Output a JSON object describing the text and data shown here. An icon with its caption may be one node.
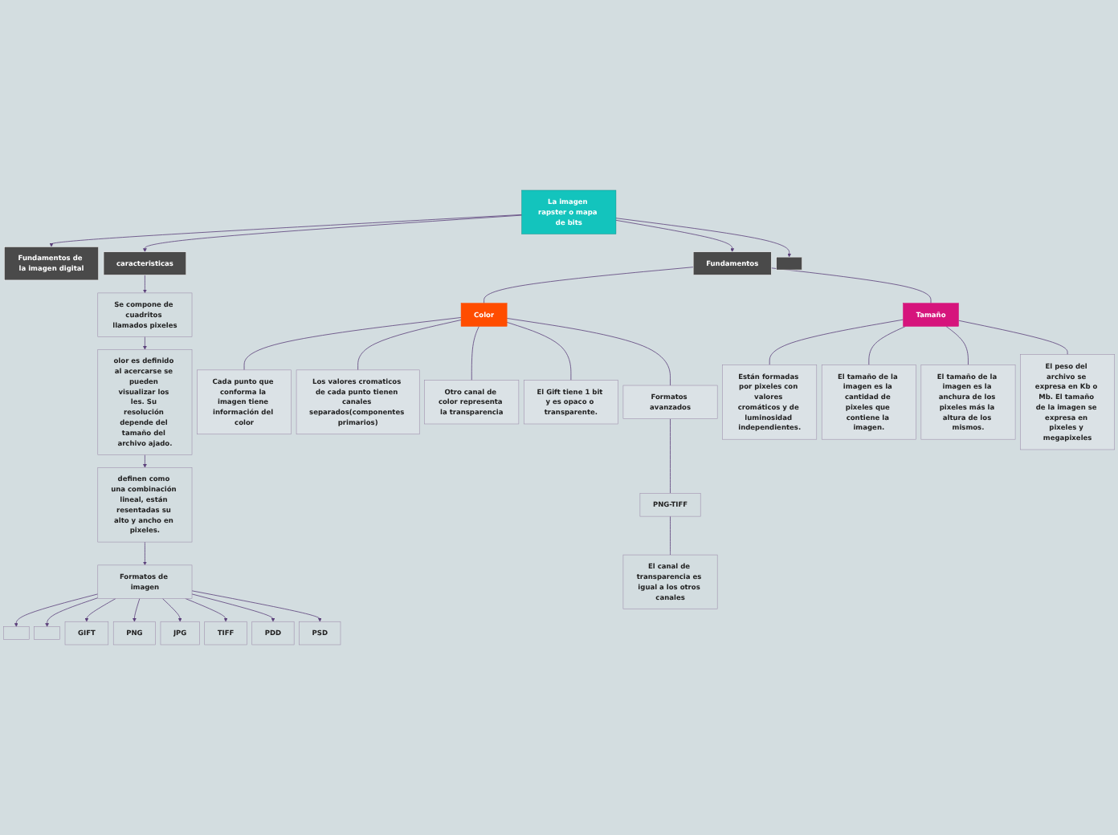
{
  "diagram": {
    "nodes": [
      {
        "text": [
          "La imagen rapster o mapa de bits"
        ]
      },
      {
        "text": [
          "Fundamentos de la imagen digital"
        ]
      },
      {
        "text": [
          "caracteristicas"
        ]
      },
      {
        "text": [
          "Fundamentos"
        ]
      },
      {
        "text": [],
        "shape": "box"
      },
      {
        "text": [
          "Se compone de cuadritos llamados pixeles"
        ]
      },
      {
        "text": [
          "olor es definido al acercarse se pueden visualizar los les. Su resolución depende del tamaño del archivo ajado."
        ]
      },
      {
        "text": [
          "definen como una combinación lineal, están resentadas su alto y ancho en pixeles."
        ]
      },
      {
        "text": [
          "Formatos de imagen"
        ]
      },
      {
        "text": [],
        "shape": "box"
      },
      {
        "text": [],
        "shape": "box"
      },
      {
        "text": [
          "GIFT"
        ]
      },
      {
        "text": [
          "PNG"
        ]
      },
      {
        "text": [
          "JPG"
        ]
      },
      {
        "text": [
          "TIFF"
        ]
      },
      {
        "text": [
          "PDD"
        ]
      },
      {
        "text": [
          "PSD"
        ]
      },
      {
        "text": [
          "Color"
        ]
      },
      {
        "text": [
          "Tamaño"
        ]
      },
      {
        "text": [
          "Cada punto que conforma la imagen tiene información del color"
        ]
      },
      {
        "text": [
          "Los valores cromaticos de cada punto tienen canales separados(componentes primarios)"
        ]
      },
      {
        "text": [
          "Otro canal de color representa la transparencia"
        ]
      },
      {
        "text": [
          "El Gift tiene 1 bit y es opaco o transparente."
        ]
      },
      {
        "text": [
          "Formatos avanzados"
        ]
      },
      {
        "text": [
          "PNG-TIFF"
        ]
      },
      {
        "text": [
          "El canal de transparencia es igual a los otros canales"
        ]
      },
      {
        "text": [
          "Están formadas por pixeles con valores cromáticos y de luminosidad independientes."
        ]
      },
      {
        "text": [
          "El tamaño de la imagen es la cantidad de pixeles que contiene la imagen."
        ]
      },
      {
        "text": [
          "El tamaño de la imagen es la anchura de los pixeles más la altura de los mismos."
        ]
      },
      {
        "text": [
          "El peso del archivo se expresa en Kb o Mb. El tamaño de la imagen se expresa en pixeles y megapixeles"
        ]
      }
    ],
    "edges": [
      {
        "from": 0,
        "to": 1,
        "arrow": "to"
      },
      {
        "from": 0,
        "to": 2,
        "arrow": "to"
      },
      {
        "from": 0,
        "to": 3,
        "arrow": "to"
      },
      {
        "from": 0,
        "to": 4,
        "arrow": "to"
      },
      {
        "from": 2,
        "to": 5,
        "arrow": "to"
      },
      {
        "from": 5,
        "to": 6,
        "arrow": "to"
      },
      {
        "from": 6,
        "to": 7,
        "arrow": "to"
      },
      {
        "from": 7,
        "to": 8,
        "arrow": "to"
      },
      {
        "from": 8,
        "to": 9,
        "arrow": "to"
      },
      {
        "from": 8,
        "to": 10,
        "arrow": "to"
      },
      {
        "from": 8,
        "to": 11,
        "arrow": "to"
      },
      {
        "from": 8,
        "to": 12,
        "arrow": "to"
      },
      {
        "from": 8,
        "to": 13,
        "arrow": "to"
      },
      {
        "from": 8,
        "to": 14,
        "arrow": "to"
      },
      {
        "from": 8,
        "to": 15,
        "arrow": "to"
      },
      {
        "from": 8,
        "to": 16,
        "arrow": "to"
      },
      {
        "from": 3,
        "to": 17,
        "arrow": "none"
      },
      {
        "from": 3,
        "to": 18,
        "arrow": "none"
      },
      {
        "from": 17,
        "to": 19,
        "arrow": "none"
      },
      {
        "from": 17,
        "to": 20,
        "arrow": "none"
      },
      {
        "from": 17,
        "to": 21,
        "arrow": "none"
      },
      {
        "from": 17,
        "to": 22,
        "arrow": "none"
      },
      {
        "from": 17,
        "to": 23,
        "arrow": "none"
      },
      {
        "from": 23,
        "to": 24,
        "arrow": "none"
      },
      {
        "from": 24,
        "to": 25,
        "arrow": "none"
      },
      {
        "from": 18,
        "to": 26,
        "arrow": "none"
      },
      {
        "from": 18,
        "to": 27,
        "arrow": "none"
      },
      {
        "from": 18,
        "to": 28,
        "arrow": "none"
      },
      {
        "from": 18,
        "to": 29,
        "arrow": "none"
      }
    ]
  }
}
